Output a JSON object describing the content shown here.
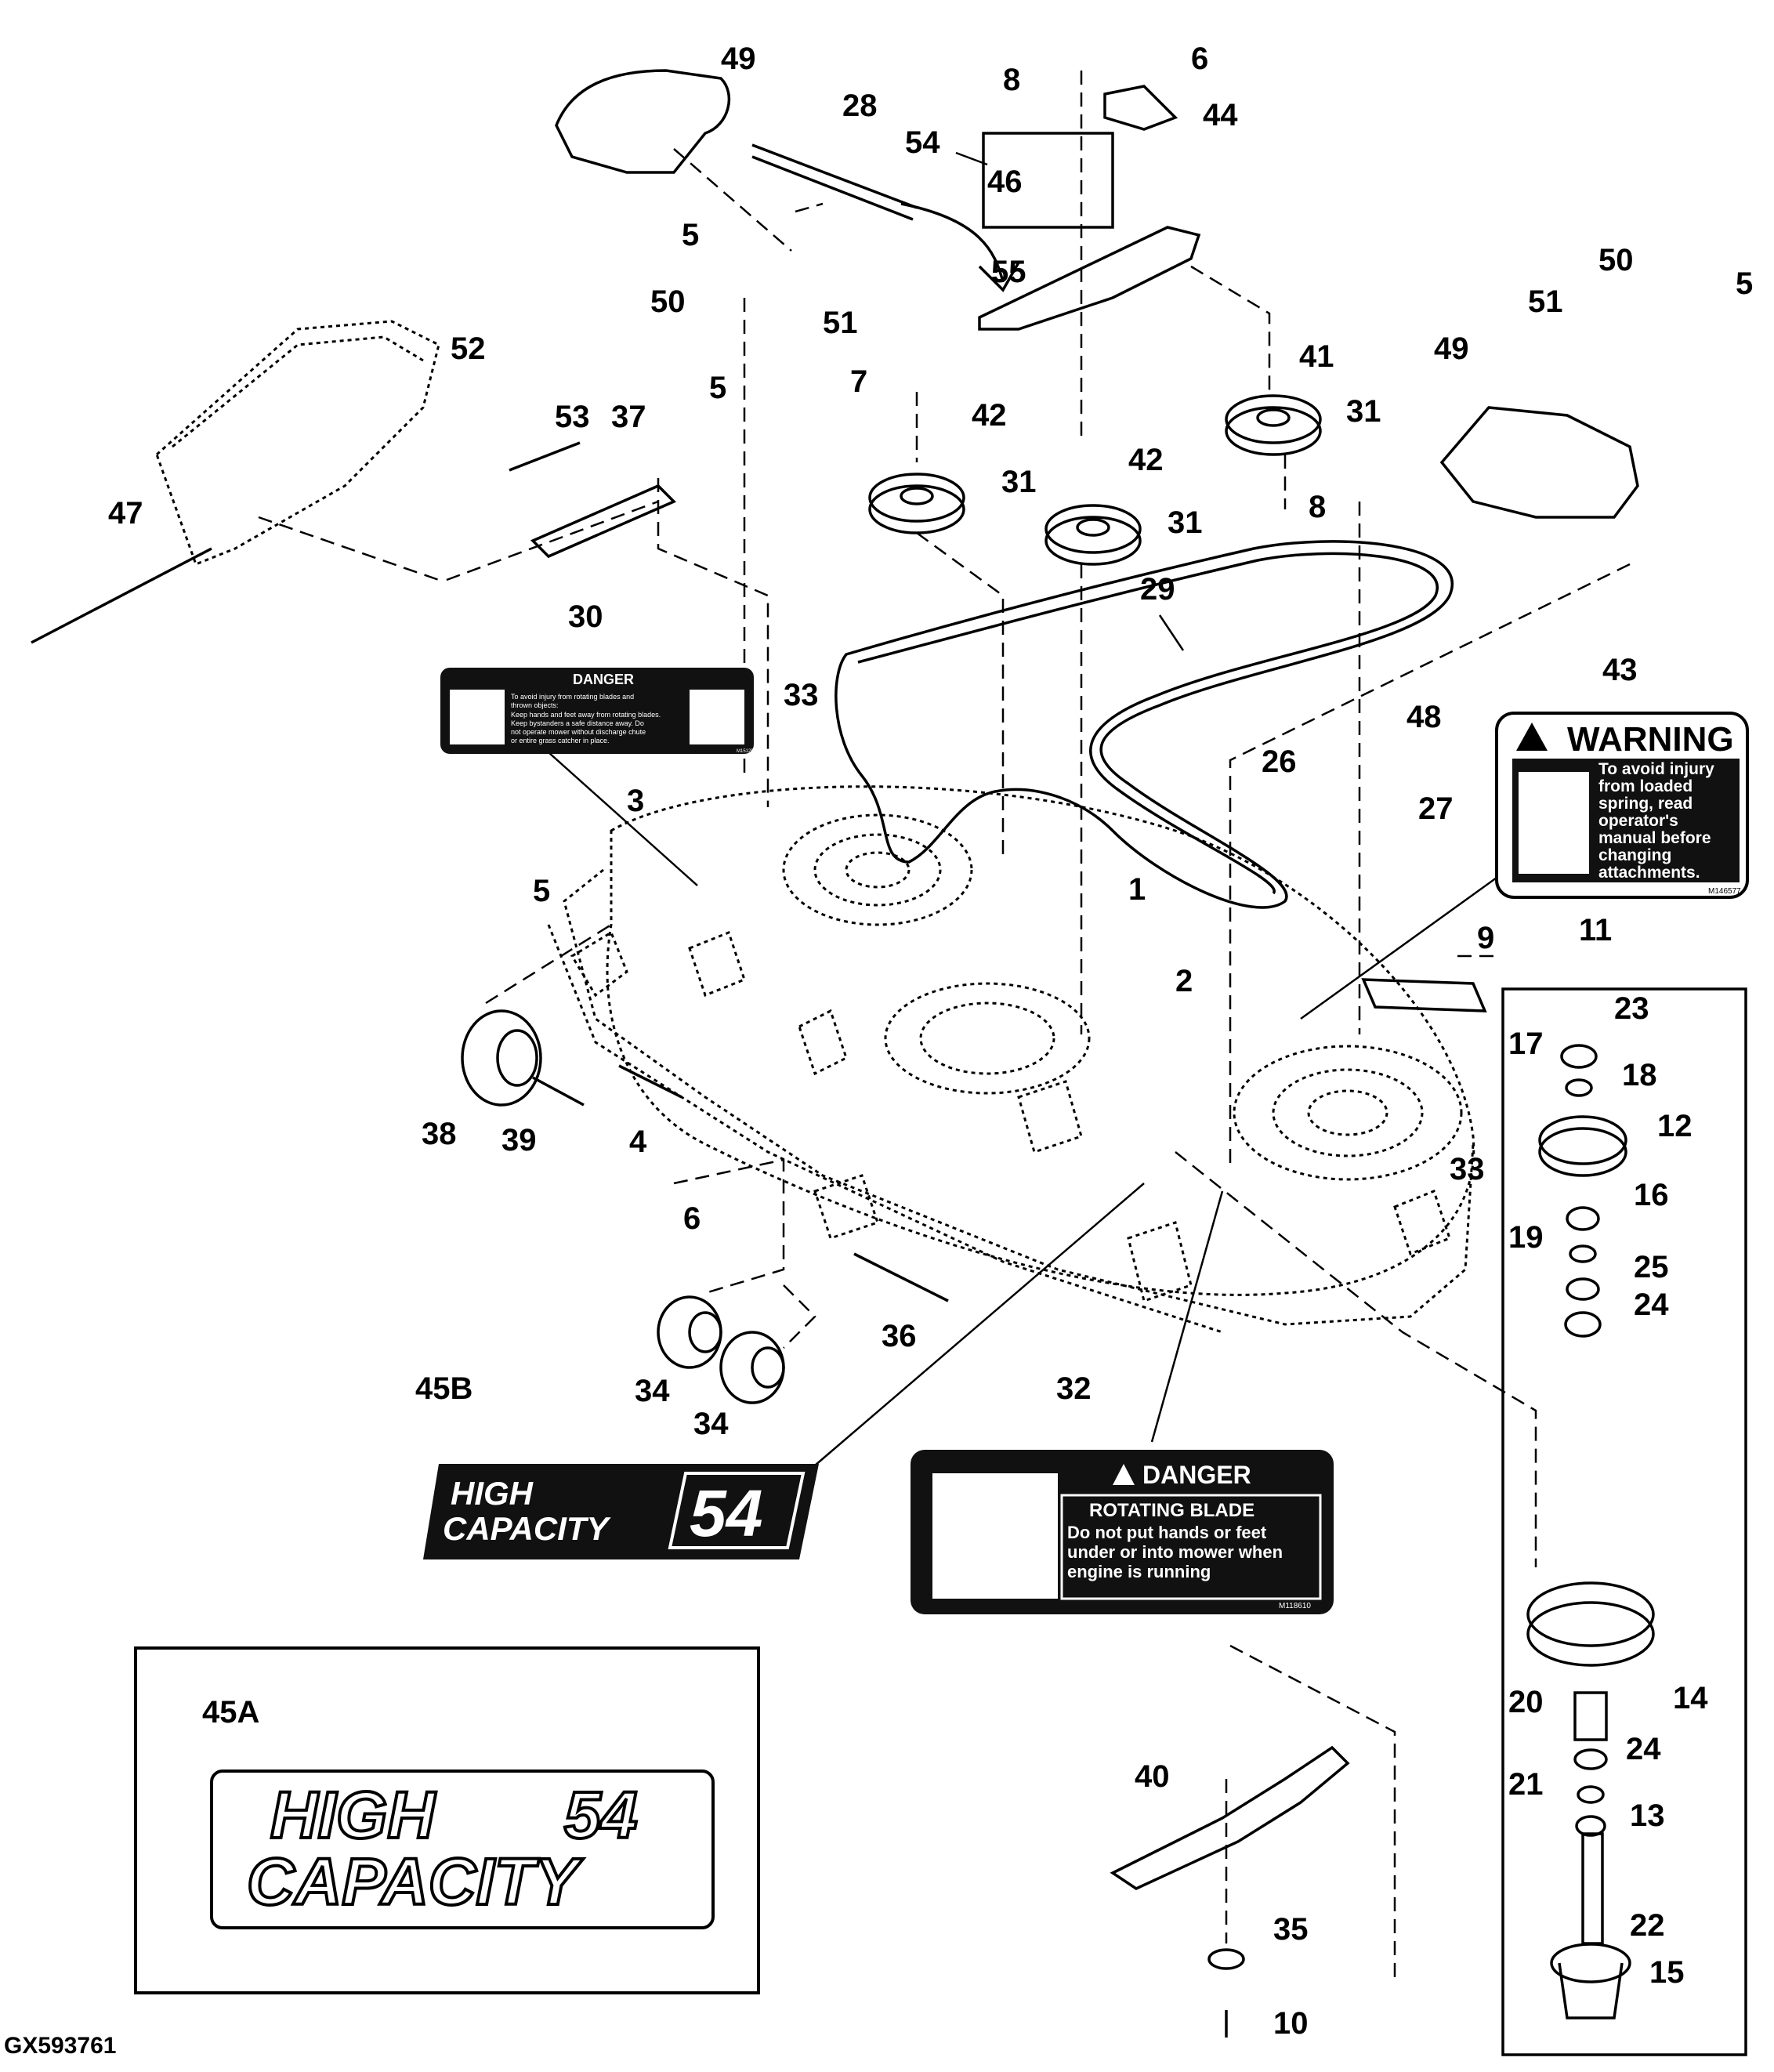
{
  "figure_id": "GX593761",
  "callouts": {
    "c1": "1",
    "c2": "2",
    "c3": "3",
    "c4": "4",
    "c5a": "5",
    "c5b": "5",
    "c5c": "5",
    "c5d": "5",
    "c6a": "6",
    "c6b": "6",
    "c7": "7",
    "c8a": "8",
    "c8b": "8",
    "c9": "9",
    "c10": "10",
    "c11": "11",
    "c12": "12",
    "c13": "13",
    "c14": "14",
    "c15": "15",
    "c16": "16",
    "c17": "17",
    "c18": "18",
    "c19": "19",
    "c20": "20",
    "c21": "21",
    "c22": "22",
    "c23": "23",
    "c24a": "24",
    "c24b": "24",
    "c25": "25",
    "c26": "26",
    "c27": "27",
    "c28": "28",
    "c29": "29",
    "c30": "30",
    "c31a": "31",
    "c31b": "31",
    "c31c": "31",
    "c32": "32",
    "c33a": "33",
    "c33b": "33",
    "c34a": "34",
    "c34b": "34",
    "c35": "35",
    "c36": "36",
    "c37": "37",
    "c38": "38",
    "c39": "39",
    "c40": "40",
    "c41": "41",
    "c42a": "42",
    "c42b": "42",
    "c43": "43",
    "c44": "44",
    "c45a": "45A",
    "c45b": "45B",
    "c46": "46",
    "c47": "47",
    "c48": "48",
    "c49a": "49",
    "c49b": "49",
    "c50a": "50",
    "c50b": "50",
    "c51a": "51",
    "c51b": "51",
    "c52": "52",
    "c53": "53",
    "c54": "54",
    "c55": "55"
  },
  "decal_30": {
    "header": "DANGER",
    "line1": "To avoid injury from rotating blades and",
    "line2": "thrown objects:",
    "line3": "Keep hands and feet away from rotating blades.",
    "line4": "Keep bystanders a safe distance away. Do",
    "line5": "not operate mower without discharge chute",
    "line6": "or entire grass catcher in place.",
    "code": "M151256"
  },
  "decal_43": {
    "header": "WARNING",
    "line1": "To avoid injury",
    "line2": "from loaded",
    "line3": "spring, read",
    "line4": "operator's",
    "line5": "manual before",
    "line6": "changing",
    "line7": "attachments.",
    "code": "M146577"
  },
  "decal_32": {
    "header": "DANGER",
    "subheader": "ROTATING BLADE",
    "line1": "Do not put hands or feet",
    "line2": "under or into mower when",
    "line3": "engine is running",
    "code": "M118610"
  },
  "decal_45b": {
    "line1": "HIGH",
    "line2": "CAPACITY",
    "size": "54"
  },
  "decal_45a": {
    "line1": "HIGH",
    "size": "54",
    "line2": "CAPACITY"
  },
  "colors": {
    "ink": "#000000",
    "paper": "#ffffff",
    "decal_bg": "#111111"
  }
}
